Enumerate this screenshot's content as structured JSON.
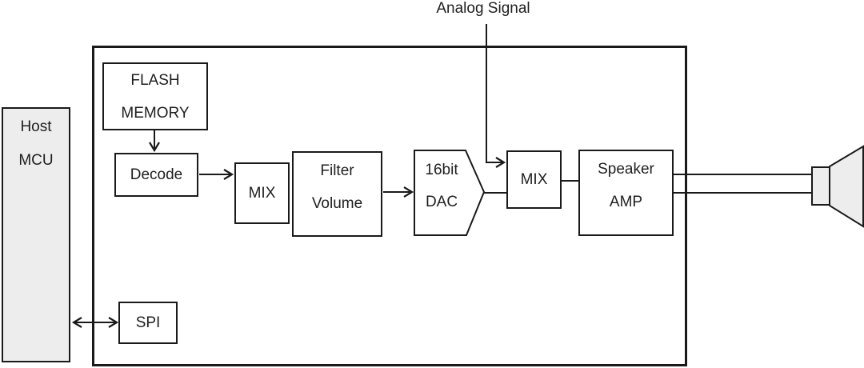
{
  "colors": {
    "stroke": "#1a1a1a",
    "text": "#1f1f1f",
    "box_fill": "#ffffff",
    "shaded_fill": "#ededed",
    "background": "#ffffff"
  },
  "annotations": {
    "analog_signal": "Analog Signal"
  },
  "external": {
    "host_mcu": {
      "line1": "Host",
      "line2": "MCU"
    },
    "speaker_icon": "loudspeaker-icon"
  },
  "chip": {
    "flash_memory": {
      "line1": "FLASH",
      "line2": "MEMORY"
    },
    "decode": {
      "label": "Decode"
    },
    "mix_1": {
      "label": "MIX"
    },
    "filter_volume": {
      "line1": "Filter",
      "line2": "Volume"
    },
    "dac": {
      "line1": "16bit",
      "line2": "DAC"
    },
    "mix_2": {
      "label": "MIX"
    },
    "speaker_amp": {
      "line1": "Speaker",
      "line2": "AMP"
    },
    "spi": {
      "label": "SPI"
    }
  }
}
